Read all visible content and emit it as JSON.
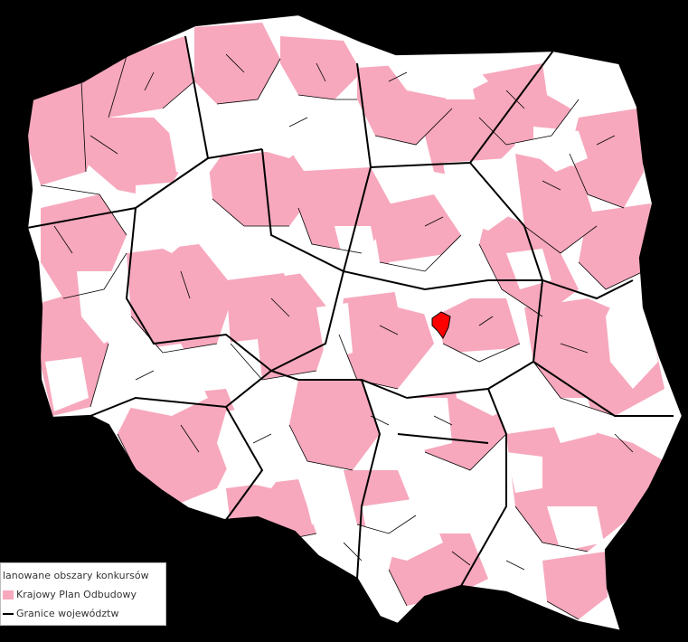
{
  "colors": {
    "background": "#000000",
    "pink": "#f7a8bd",
    "white": "#ffffff",
    "highlight": "#ff0000",
    "border": "#000000"
  },
  "legend": {
    "items": [
      {
        "label": "lanowane obszary konkursów",
        "swatch": "none"
      },
      {
        "label": "Krajowy Plan Odbudowy",
        "swatch": "pink"
      },
      {
        "label": "Granice województw",
        "swatch": "line"
      }
    ]
  }
}
